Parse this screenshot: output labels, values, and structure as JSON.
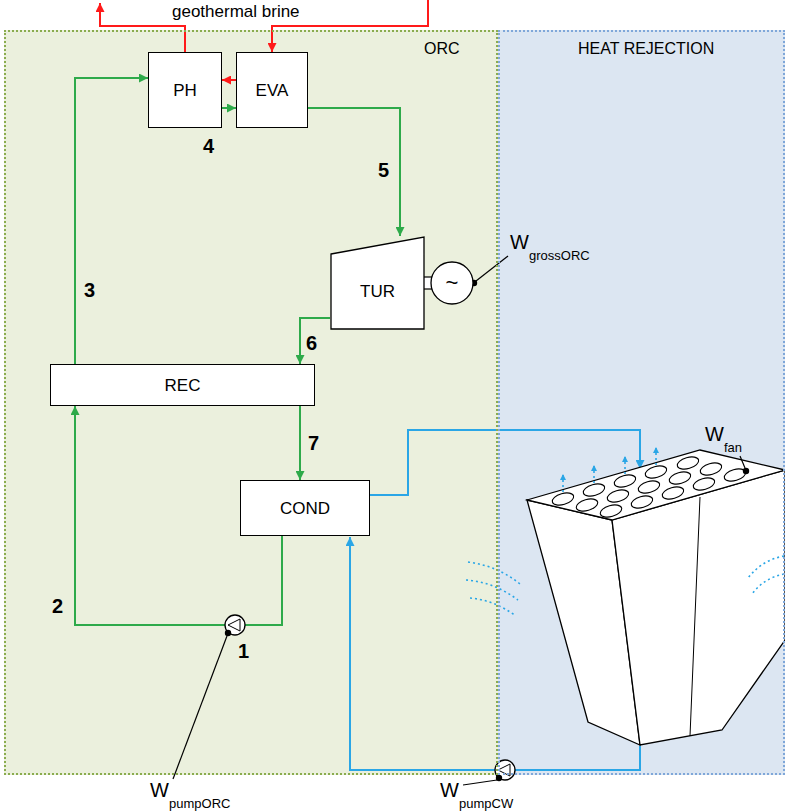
{
  "diagram": {
    "nodes": [
      {
        "text": [
          "ORC"
        ]
      },
      {
        "text": [
          "HEAT REJECTION"
        ]
      },
      {
        "text": [
          "PH"
        ],
        "in": 0
      },
      {
        "text": [
          "EVA"
        ],
        "in": 0
      },
      {
        "text": [
          "TUR"
        ],
        "in": 0
      },
      {
        "text": [
          "~"
        ],
        "in": 0
      },
      {
        "text": [
          "REC"
        ],
        "in": 0
      },
      {
        "text": [
          "COND"
        ],
        "in": 0
      }
    ],
    "edges": [
      {
        "from": 6,
        "to": 2,
        "arrow": "to"
      },
      {
        "from": 2,
        "to": 3,
        "arrow": "to"
      },
      {
        "from": 3,
        "to": 2,
        "arrow": "to"
      },
      {
        "from": 3,
        "to": 4,
        "arrow": "to"
      },
      {
        "from": 4,
        "to": 6,
        "arrow": "to"
      },
      {
        "from": 6,
        "to": 7,
        "arrow": "to"
      },
      {
        "from": 7,
        "to": 6,
        "arrow": "to"
      }
    ],
    "labels": [
      "geothermal brine",
      "4",
      "5",
      "W",
      "grossORC",
      "3",
      "6",
      "W",
      "fan",
      "7",
      "2",
      "1",
      "W",
      "pumpORC",
      "W",
      "pumpCW"
    ]
  }
}
